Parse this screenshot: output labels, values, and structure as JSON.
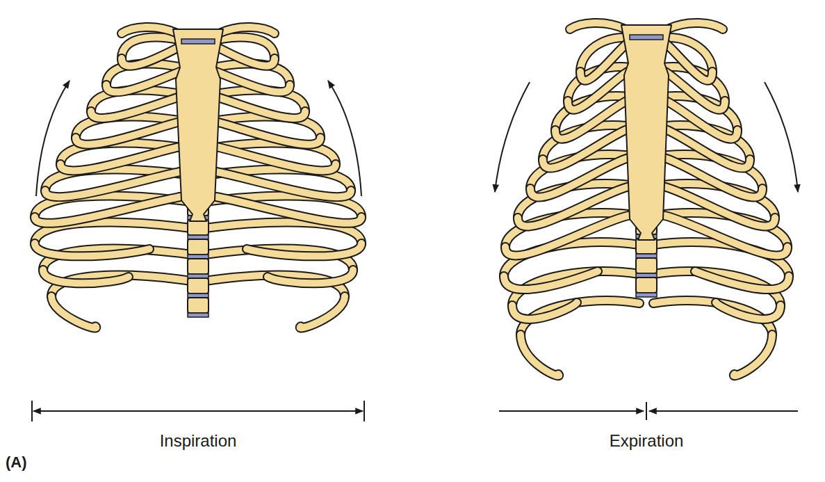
{
  "diagram": {
    "labels": [
      "Inspiration",
      "Expiration",
      "(A)"
    ]
  }
}
